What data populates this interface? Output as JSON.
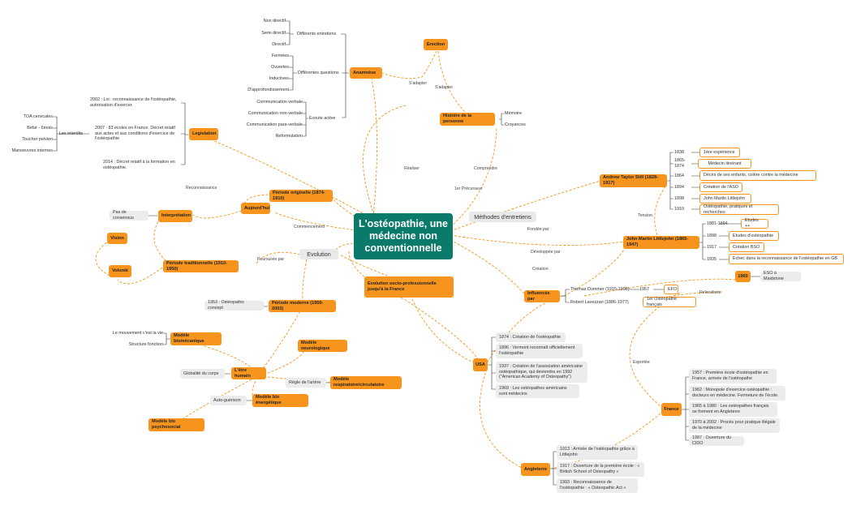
{
  "root": "L'ostéopathie, une médecine non conventionnelle",
  "methodes": "Méthodes d'entretiens",
  "evolution": "Evolution",
  "anamnese": "Anamnèse",
  "differents_entretiens": "Différents entretiens",
  "entretiens": [
    "Non directif",
    "Semi directif",
    "Directif"
  ],
  "differentes_questions": "Différentes questions",
  "questions": [
    "Fermées",
    "Ouvertes",
    "Inductives",
    "D'approfondissement"
  ],
  "ecoute_active": "Ecoute active",
  "ecoute": [
    "Communication verbale",
    "Communication non-verbale",
    "Communication para-verbale",
    "Reformulation"
  ],
  "erection": "Erection",
  "histoire": "Histoire de la personne",
  "histoire_items": [
    "Mémoire",
    "Croyances"
  ],
  "legislation": "Legislation",
  "leg_items": [
    "2002 : Loi : reconnaissance de l'ostéopathie, autorisation d'exercer.",
    "2007 : 83 écoles en France. Décret relatif aux actes et aux conditions d'exercice de l'ostéopathie",
    "2014 : Décret relatif à la formation en ostéopathie."
  ],
  "interdits": "Les interdits",
  "interdits_items": [
    "TOA cervicales",
    "Bébé - 6mois",
    "Toucher pelvien",
    "Manoeuvres internes"
  ],
  "periode_originelle": "Période originelle (1874-1910)",
  "aujourdhui": "Aujourd'hui",
  "interpretation": "Interprétation",
  "pas_consensus": "Pas de consensus",
  "vision": "Vision",
  "volonte": "Volonté",
  "periode_traditionnelle": "Période traditionnelle (1910-1950)",
  "periode_moderne": "Période moderne (1950-2003)",
  "osteopathic_concept": "1953 : Ostéopathic concept",
  "evolution_socio": "Evolution socio-professionnelle jusqu'à la France",
  "etre_humain": "L'être humain",
  "modele_bio": "Modèle biomécanique",
  "bio_items": [
    "Le mouvement c'est la vie",
    "Structure fonction"
  ],
  "modele_neuro": "Modèle neurologique",
  "globalite": "Globalité du corps",
  "regle_artere": "Règle de l'artère",
  "modele_resp": "Modèle respiratoire/circulatoire",
  "auto_guerison": "Auto-guérison",
  "modele_energetique": "Modèle bio énergétique",
  "modele_psycho": "Modèle bio psychosocial",
  "still": "Andrew Taylor Still (1828-1917)",
  "still_years": [
    "1838",
    "1865-1874",
    "1864",
    "1894",
    "1898",
    "1910"
  ],
  "still_items": [
    "1ère expérience",
    "Médecin itinérant",
    "Décès de ses enfants, colère contre la médecine",
    "Création de l'ASO",
    "John Martin Littlejohn",
    "Ostéopathie, pratiques et recherches"
  ],
  "littlejohn": "John Martin Littlejohn (1865-1947)",
  "lj_years": [
    "1881-1894",
    "1898",
    "1917",
    "1935"
  ],
  "lj_items": [
    "Etudes ++",
    "Etudes d'ostéopathie",
    "Création BSO",
    "Echec dans la reconnaissance de l'ostéopathie en GB"
  ],
  "influences": "Influencés par",
  "dummer": "Thomas Dummer (1915-1998)",
  "dummer_year": "1957",
  "efo": "EFO",
  "lavezzari": "Robert Lavezzari (1886-1977)",
  "premier_osteo": "1er Ostéopathe français",
  "y1965": "1965",
  "eso": "ESO à Maidstone",
  "usa": "USA",
  "usa_items": [
    "1874 : Création de l'ostéopathie",
    "1896 : Vermont reconnaît officiellement l'ostéopathie",
    "1937 : Création de l'association américaine ostéopathique, qui deviendra en 1992 (\"American Academy of Osteopathy\")",
    "1969 : Les ostéopathes américains sont médecins"
  ],
  "france": "France",
  "france_items": [
    "1957 : Première école d'ostéopathie en France, arrivée de l'ostéopathe",
    "1962 : Monopole d'exercice ostéopathie : docteurs en médecine. Fermeture de l'école.",
    "1965 à 1980 : Les ostéopathes français se forment en Angleterre",
    "1970 à 2002 : Procès pour pratique illégale de la médecine",
    "1987 : Ouverture du CIDO"
  ],
  "angleterre": "Angleterre",
  "angleterre_items": [
    "1913 : Arrivée de l'ostéopathie grâce à Littlejohn",
    "1917 : Ouverture de la première école : « British School of Osteopathy »",
    "1993 : Reconnaissance de l'ostéopathie : « Osteopathic Act »"
  ],
  "labels": {
    "s_adapter": "S'adapter",
    "s_adapter2": "S'adapter",
    "realiser": "Réaliser",
    "comprendre": "Comprendre",
    "precurseur": "1er Précurseur",
    "fondee": "Fondée par",
    "developpee": "Développée par",
    "creation": "Création",
    "tension": "Tension",
    "relocalisee": "Relocalisée",
    "exportee": "Exportée",
    "reconnaissance": "Reconnaissance",
    "commencement": "Commencement",
    "poursuivie": "Poursuivie par"
  },
  "colors": {
    "root": "#0a7a6a",
    "accent": "#f7941d",
    "leaf_bg": "#ececec"
  }
}
